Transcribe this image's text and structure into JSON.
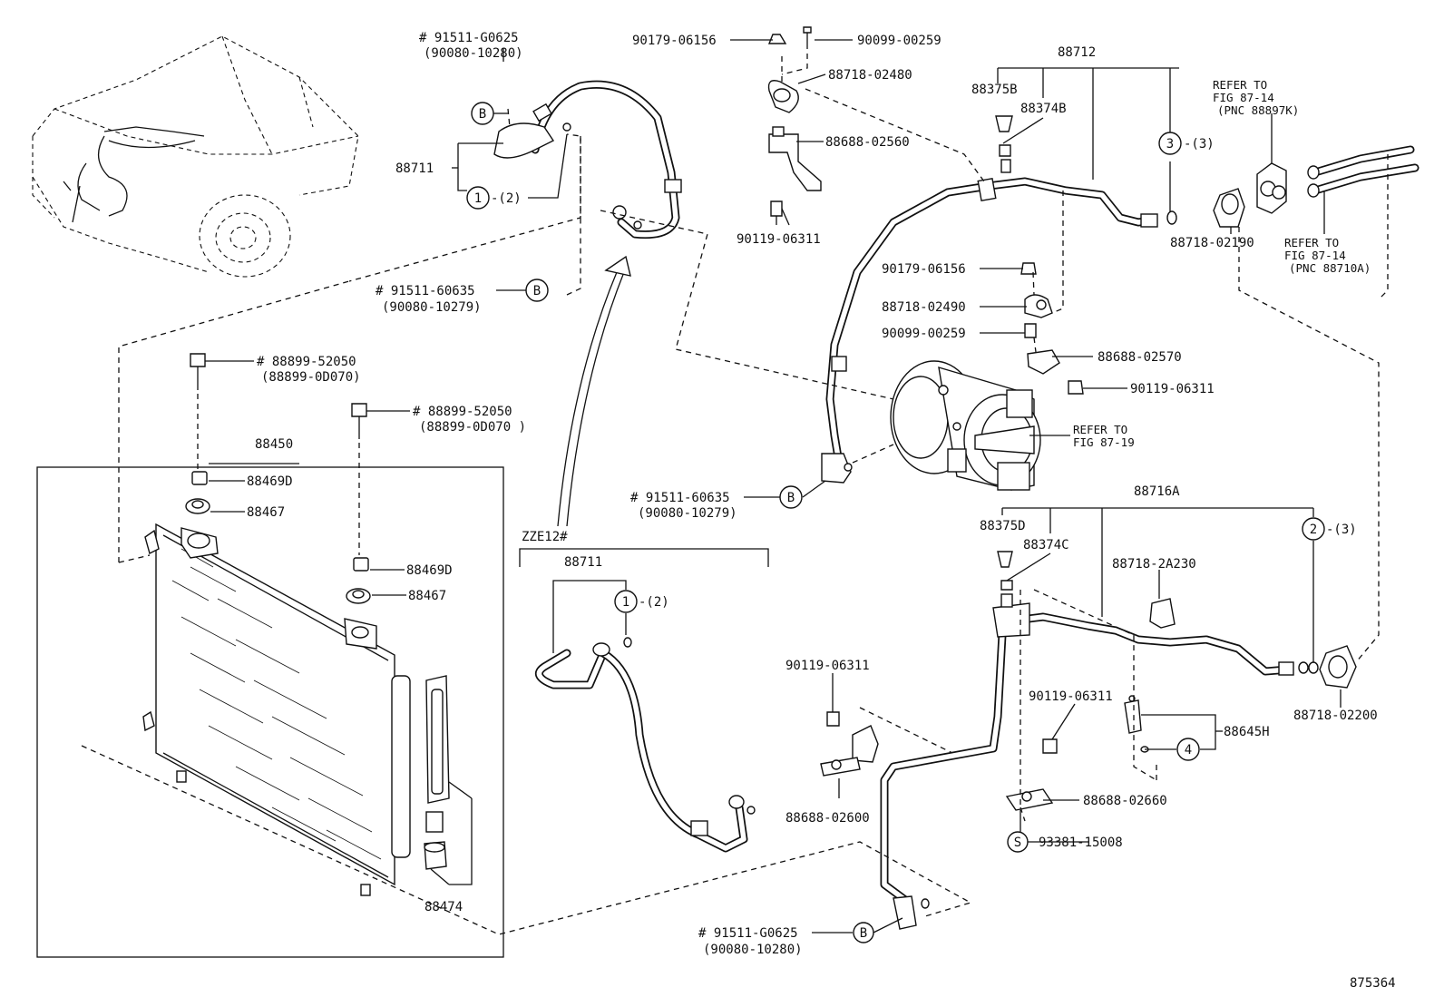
{
  "diagram_id": "875364",
  "labels": {
    "p91511_g0625_top": "# 91511-G0625",
    "p90080_10280_top": "(90080-10280)",
    "p88711_top": "88711",
    "p1_2_top": "-(2)",
    "p91511_60635_a": "# 91511-60635",
    "p90080_10279_a": "(90080-10279)",
    "p90179_06156_a": "90179-06156",
    "p90099_00259_a": "90099-00259",
    "p88718_02480": "88718-02480",
    "p88688_02560": "88688-02560",
    "p90119_06311_a": "90119-06311",
    "p88712": "88712",
    "p88375b": "88375B",
    "p88374b": "88374B",
    "p3_3": "-(3)",
    "refer_87_14_a_1": "REFER TO",
    "refer_87_14_a_2": "FIG 87-14",
    "refer_87_14_a_3": "(PNC 88897K)",
    "refer_87_14_b_1": "REFER TO",
    "refer_87_14_b_2": "FIG 87-14",
    "refer_87_14_b_3": "(PNC 88710A)",
    "p88718_02190": "88718-02190",
    "p90179_06156_b": "90179-06156",
    "p88718_02490": "88718-02490",
    "p90099_00259_b": "90099-00259",
    "p88688_02570": "88688-02570",
    "p90119_06311_b": "90119-06311",
    "refer_87_19_1": "REFER TO",
    "refer_87_19_2": "FIG 87-19",
    "p88899_52050_a": "# 88899-52050",
    "p88899_0d070_a": "(88899-0D070)",
    "p88899_52050_b": "# 88899-52050",
    "p88899_0d070_b": "(88899-0D070 )",
    "p88450": "88450",
    "p88469d_a": "88469D",
    "p88467_a": "88467",
    "p88469d_b": "88469D",
    "p88467_b": "88467",
    "p88474": "88474",
    "p91511_60635_b": "# 91511-60635",
    "p90080_10279_b": "(90080-10279)",
    "zze12": "ZZE12#",
    "p88711_bot": "88711",
    "p1_2_bot": "-(2)",
    "p88716a": "88716A",
    "p88375d": "88375D",
    "p88374c": "88374C",
    "p88718_2a230": "88718-2A230",
    "p2_3": "-(3)",
    "p88718_02200": "88718-02200",
    "p90119_06311_c": "90119-06311",
    "p90119_06311_d": "90119-06311",
    "p88645h": "88645H",
    "p88688_02600": "88688-02600",
    "p88688_02660": "88688-02660",
    "p93381_15008": "93381-15008",
    "p91511_g0625_bot": "# 91511-G0625",
    "p90080_10280_bot": "(90080-10280)"
  },
  "callouts": {
    "b": "B",
    "s": "S",
    "n1": "1",
    "n2": "2",
    "n3": "3",
    "n4": "4"
  }
}
